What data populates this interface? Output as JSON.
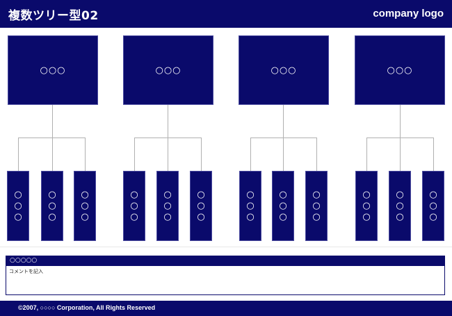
{
  "header": {
    "title": "複数ツリー型02",
    "logo": "company logo"
  },
  "diagram": {
    "groups": [
      {
        "parent": "○○○",
        "children": [
          "○○○",
          "○○○",
          "○○○"
        ]
      },
      {
        "parent": "○○○",
        "children": [
          "○○○",
          "○○○",
          "○○○"
        ]
      },
      {
        "parent": "○○○",
        "children": [
          "○○○",
          "○○○",
          "○○○"
        ]
      },
      {
        "parent": "○○○",
        "children": [
          "○○○",
          "○○○",
          "○○○"
        ]
      }
    ]
  },
  "comment": {
    "heading": "○○○○○",
    "placeholder": "コメントを記入"
  },
  "footer": {
    "copyright": "©2007, ○○○○ Corporation, All Rights Reserved"
  },
  "colors": {
    "primary": "#0a0a6b",
    "connector": "#b0b0b0"
  }
}
